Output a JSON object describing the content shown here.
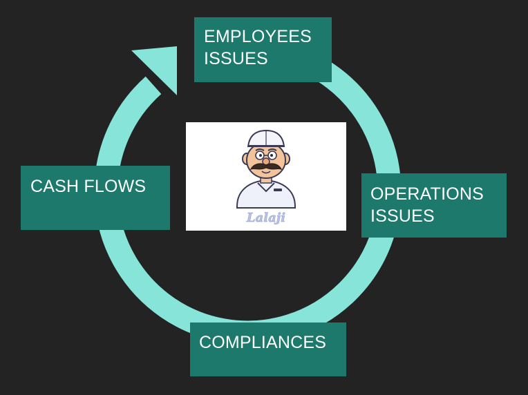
{
  "diagram": {
    "nodes": [
      {
        "id": "employees",
        "lines": [
          "EMPLOYEES",
          "ISSUES"
        ]
      },
      {
        "id": "operations",
        "lines": [
          "OPERATIONS",
          "ISSUES"
        ]
      },
      {
        "id": "compliances",
        "lines": [
          "COMPLIANCES"
        ]
      },
      {
        "id": "cashflows",
        "lines": [
          "CASH FLOWS"
        ]
      }
    ],
    "cycle_direction": "clockwise",
    "center_image": {
      "subject": "cartoon-lalaji-mascot",
      "logo_text": "Lalaji"
    }
  },
  "colors": {
    "background": "#232323",
    "ring": "#86e4d9",
    "node_fill": "#1c796c",
    "node_text": "#ffffff",
    "card": "#ffffff"
  }
}
